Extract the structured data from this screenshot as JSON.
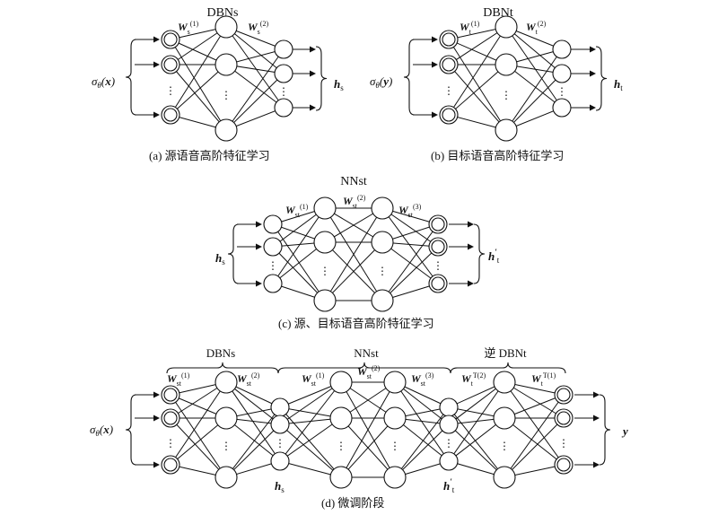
{
  "panels": {
    "a": {
      "title": "DBNs",
      "caption": "(a) 源语音高阶特征学习",
      "input": "σθ(x)",
      "output": "hs",
      "w1": "Ws(1)",
      "w2": "Ws(2)"
    },
    "b": {
      "title": "DBNt",
      "caption": "(b) 目标语音高阶特征学习",
      "input": "σθ(y)",
      "output": "ht",
      "w1": "Wt(1)",
      "w2": "Wt(2)"
    },
    "c": {
      "title": "NNst",
      "caption": "(c) 源、目标语音高阶特征学习",
      "input": "hs",
      "output": "h't",
      "w1": "Wst(1)",
      "w2": "Wst(2)",
      "w3": "Wst(3)"
    },
    "d": {
      "caption": "(d) 微调阶段",
      "group1": "DBNs",
      "group2": "NNst",
      "group3": "逆 DBNt",
      "input": "σθ(x)",
      "output": "y",
      "mid1": "hs",
      "mid2": "h't",
      "weights": [
        "Wst(1)",
        "Wst(2)",
        "Wst(1)",
        "Wst(2)",
        "Wst(3)",
        "Wt T(2)",
        "Wt T(1)"
      ]
    }
  },
  "ellipsis": "⋮"
}
